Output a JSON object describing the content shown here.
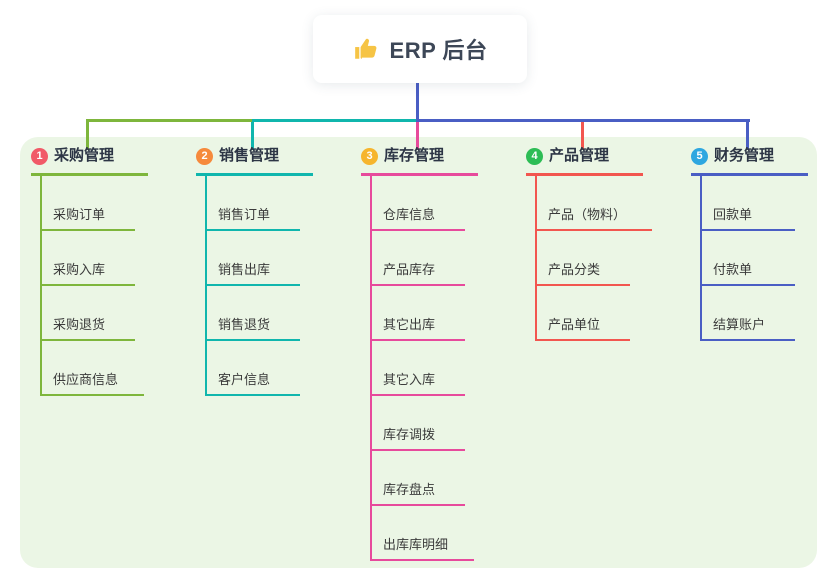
{
  "root": {
    "label": "ERP 后台",
    "icon": "thumbs-up-icon",
    "icon_color": "#f6c445"
  },
  "branches": [
    {
      "index": "1",
      "title": "采购管理",
      "badge_color": "#f15a68",
      "line_color": "#7eb63c",
      "children": [
        "采购订单",
        "采购入库",
        "采购退货",
        "供应商信息"
      ]
    },
    {
      "index": "2",
      "title": "销售管理",
      "badge_color": "#f68a3c",
      "line_color": "#10b6ad",
      "children": [
        "销售订单",
        "销售出库",
        "销售退货",
        "客户信息"
      ]
    },
    {
      "index": "3",
      "title": "库存管理",
      "badge_color": "#f6b52e",
      "line_color": "#e74a9c",
      "children": [
        "仓库信息",
        "产品库存",
        "其它出库",
        "其它入库",
        "库存调拨",
        "库存盘点",
        "出库库明细"
      ]
    },
    {
      "index": "4",
      "title": "产品管理",
      "badge_color": "#2dbd55",
      "line_color": "#f2564f",
      "children": [
        "产品（物料）",
        "产品分类",
        "产品单位"
      ]
    },
    {
      "index": "5",
      "title": "财务管理",
      "badge_color": "#2ea7e0",
      "line_color": "#4a5ec4",
      "children": [
        "回款单",
        "付款单",
        "结算账户"
      ]
    }
  ],
  "colors": {
    "canvas_bg": "#ffffff",
    "panel_bg": "#ebf6e5",
    "root_connector": "#4a5ec4",
    "title_text": "#2c3545",
    "child_text": "#3b3b3b",
    "root_text": "#3d4757"
  }
}
